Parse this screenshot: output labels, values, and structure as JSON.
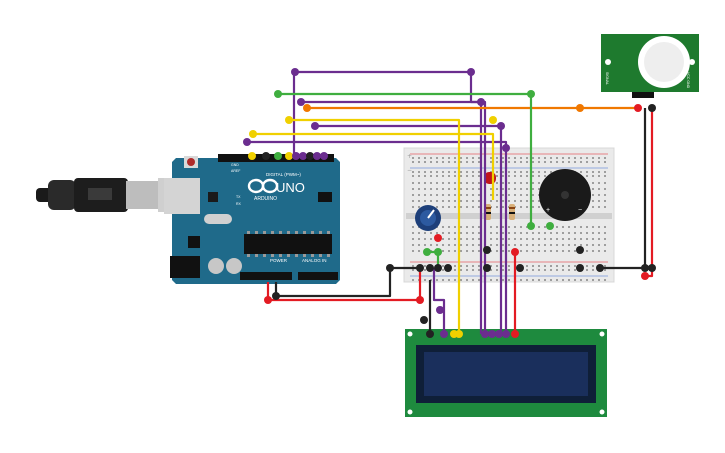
{
  "arduino": {
    "brand": "UNO",
    "maker": "ARDUINO",
    "digital_header": "DIGITAL (PWM~)",
    "power_header": "POWER",
    "analog_header": "ANALOG IN",
    "aref_label": "AREF",
    "gnd_label": "GND",
    "tx_label": "TX",
    "rx_label": "RX"
  },
  "pir_sensor": {
    "label_left": "SIGNAL",
    "label_right": "VCC GND"
  },
  "breadboard": {
    "rail_plus": "+",
    "rail_minus": "−"
  },
  "buzzer": {
    "plus": "+",
    "minus": "−"
  },
  "wire_colors": {
    "power": "#e31b23",
    "ground": "#222222",
    "purple": "#6b2d8f",
    "yellow": "#f0d000",
    "orange": "#f07800",
    "green": "#3fae3f"
  }
}
